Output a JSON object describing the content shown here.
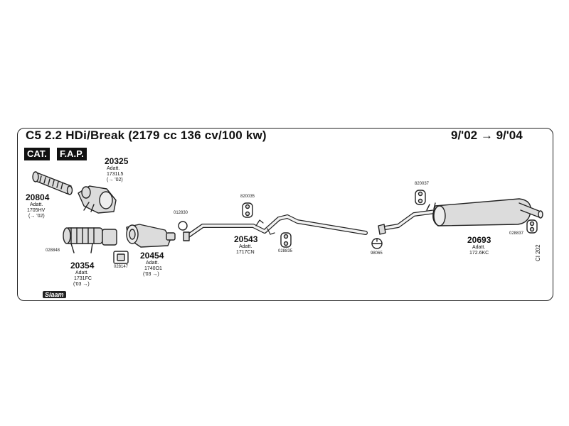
{
  "header": {
    "title": "C5 2.2 HDi/Break (2179 cc 136 cv/100 kw)",
    "period": "9/'02 → 9/'04",
    "badges": [
      "CAT.",
      "F.A.P."
    ]
  },
  "parts": {
    "p20325": {
      "number": "20325",
      "line1": "Adatt.",
      "line2": "1731L5",
      "line3": "(→ '02)"
    },
    "p20804": {
      "number": "20804",
      "line1": "Adatt.",
      "line2": "1705HV",
      "line3": "(→ '02)"
    },
    "p20354": {
      "number": "20354",
      "line1": "Adatt.",
      "line2": "1731FC",
      "line3": "('03 →)"
    },
    "p20454": {
      "number": "20454",
      "line1": "Adatt.",
      "line2": "1740O1",
      "line3": "('03 →)"
    },
    "p20543": {
      "number": "20543",
      "line1": "Adatt.",
      "line2": "1717CN"
    },
    "p20693": {
      "number": "20693",
      "line1": "Adatt.",
      "line2": "172.6KC"
    }
  },
  "small_codes": {
    "c012830": "012830",
    "c028848": "028848",
    "c028147": "028147",
    "c820035": "820035",
    "c028835": "028835",
    "c98065": "98065",
    "c820037": "820037",
    "c028837": "028837"
  },
  "side_code": "CI 202",
  "logo": "Siaam",
  "colors": {
    "line": "#222222",
    "fill": "#dcdcdc",
    "badge": "#111111"
  }
}
